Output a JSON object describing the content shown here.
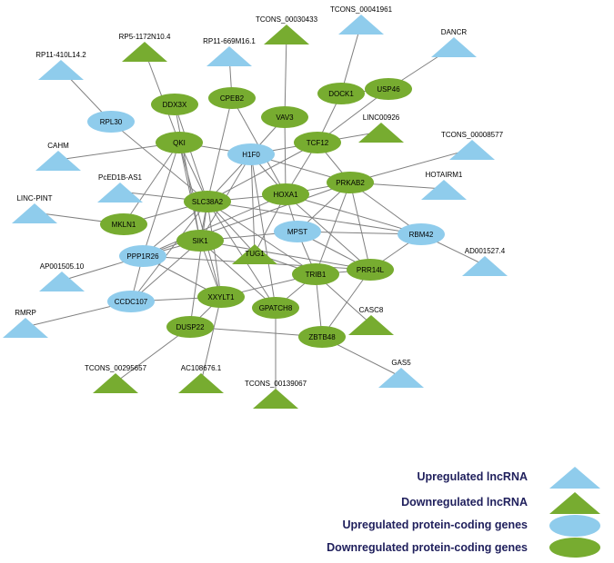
{
  "colors": {
    "upregulated": "#8FCCEC",
    "downregulated": "#77AC30",
    "edge": "#808080",
    "legend_text": "#1F1F5C"
  },
  "nodes": [
    {
      "id": "tcons41961",
      "label": "TCONS_00041961",
      "kind": "up-lnc"
    },
    {
      "id": "rp5",
      "label": "RP5-1172N10.4",
      "kind": "down-lnc"
    },
    {
      "id": "tcons30433",
      "label": "TCONS_00030433",
      "kind": "down-lnc"
    },
    {
      "id": "dancr",
      "label": "DANCR",
      "kind": "up-lnc"
    },
    {
      "id": "rp11_410",
      "label": "RP11-410L14.2",
      "kind": "up-lnc"
    },
    {
      "id": "rp11_669",
      "label": "RP11-669M16.1",
      "kind": "up-lnc"
    },
    {
      "id": "dock1",
      "label": "DOCK1",
      "kind": "down-pc"
    },
    {
      "id": "usp46",
      "label": "USP46",
      "kind": "down-pc"
    },
    {
      "id": "ddx3x",
      "label": "DDX3X",
      "kind": "down-pc"
    },
    {
      "id": "cpeb2",
      "label": "CPEB2",
      "kind": "down-pc"
    },
    {
      "id": "rpl30",
      "label": "RPL30",
      "kind": "up-pc"
    },
    {
      "id": "vav3",
      "label": "VAV3",
      "kind": "down-pc"
    },
    {
      "id": "linc00926",
      "label": "LINC00926",
      "kind": "down-lnc"
    },
    {
      "id": "qki",
      "label": "QKI",
      "kind": "down-pc"
    },
    {
      "id": "tcf12",
      "label": "TCF12",
      "kind": "down-pc"
    },
    {
      "id": "tcons08577",
      "label": "TCONS_00008577",
      "kind": "up-lnc"
    },
    {
      "id": "cahm",
      "label": "CAHM",
      "kind": "up-lnc"
    },
    {
      "id": "h1f0",
      "label": "H1F0",
      "kind": "up-pc"
    },
    {
      "id": "prkab2",
      "label": "PRKAB2",
      "kind": "down-pc"
    },
    {
      "id": "pced1b",
      "label": "PcED1B-AS1",
      "kind": "up-lnc"
    },
    {
      "id": "hotairm1",
      "label": "HOTAIRM1",
      "kind": "up-lnc"
    },
    {
      "id": "hoxa1",
      "label": "HOXA1",
      "kind": "down-pc"
    },
    {
      "id": "slc38a2",
      "label": "SLC38A2",
      "kind": "down-pc"
    },
    {
      "id": "lincpint",
      "label": "LINC-PINT",
      "kind": "up-lnc"
    },
    {
      "id": "mkln1",
      "label": "MKLN1",
      "kind": "down-pc"
    },
    {
      "id": "mpst",
      "label": "MPST",
      "kind": "up-pc"
    },
    {
      "id": "rbm42",
      "label": "RBM42",
      "kind": "up-pc"
    },
    {
      "id": "sik1",
      "label": "SIK1",
      "kind": "down-pc"
    },
    {
      "id": "tug1",
      "label": "TUG1",
      "kind": "down-lnc"
    },
    {
      "id": "ppp1r26",
      "label": "PPP1R26",
      "kind": "up-pc"
    },
    {
      "id": "ad001527",
      "label": "AD001527.4",
      "kind": "up-lnc"
    },
    {
      "id": "ap001505",
      "label": "AP001505.10",
      "kind": "up-lnc"
    },
    {
      "id": "prr14l",
      "label": "PRR14L",
      "kind": "down-pc"
    },
    {
      "id": "trib1",
      "label": "TRIB1",
      "kind": "down-pc"
    },
    {
      "id": "ccdc107",
      "label": "CCDC107",
      "kind": "up-pc"
    },
    {
      "id": "xxylt1",
      "label": "XXYLT1",
      "kind": "down-pc"
    },
    {
      "id": "gpatch8",
      "label": "GPATCH8",
      "kind": "down-pc"
    },
    {
      "id": "casc8",
      "label": "CASC8",
      "kind": "down-lnc"
    },
    {
      "id": "rmrp",
      "label": "RMRP",
      "kind": "up-lnc"
    },
    {
      "id": "dusp22",
      "label": "DUSP22",
      "kind": "down-pc"
    },
    {
      "id": "zbtb48",
      "label": "ZBTB48",
      "kind": "down-pc"
    },
    {
      "id": "gas5",
      "label": "GAS5",
      "kind": "up-lnc"
    },
    {
      "id": "tcons295657",
      "label": "TCONS_00295657",
      "kind": "down-lnc"
    },
    {
      "id": "ac108676",
      "label": "AC108676.1",
      "kind": "down-lnc"
    },
    {
      "id": "tcons139067",
      "label": "TCONS_00139067",
      "kind": "down-lnc"
    }
  ],
  "edges": [
    [
      "rp11_410",
      "rpl30"
    ],
    [
      "rp5",
      "qki"
    ],
    [
      "tcons30433",
      "vav3"
    ],
    [
      "tcons41961",
      "dock1"
    ],
    [
      "dancr",
      "usp46"
    ],
    [
      "rp11_669",
      "cpeb2"
    ],
    [
      "dock1",
      "usp46"
    ],
    [
      "dock1",
      "tcf12"
    ],
    [
      "usp46",
      "tcf12"
    ],
    [
      "linc00926",
      "tcf12"
    ],
    [
      "tcons08577",
      "prkab2"
    ],
    [
      "ddx3x",
      "slc38a2"
    ],
    [
      "ddx3x",
      "sik1"
    ],
    [
      "cpeb2",
      "slc38a2"
    ],
    [
      "cpeb2",
      "hoxa1"
    ],
    [
      "rpl30",
      "slc38a2"
    ],
    [
      "vav3",
      "hoxa1"
    ],
    [
      "vav3",
      "h1f0"
    ],
    [
      "cahm",
      "qki"
    ],
    [
      "qki",
      "h1f0"
    ],
    [
      "qki",
      "slc38a2"
    ],
    [
      "qki",
      "sik1"
    ],
    [
      "qki",
      "ppp1r26"
    ],
    [
      "qki",
      "mkln1"
    ],
    [
      "qki",
      "xxylt1"
    ],
    [
      "h1f0",
      "tcf12"
    ],
    [
      "h1f0",
      "slc38a2"
    ],
    [
      "h1f0",
      "hoxa1"
    ],
    [
      "h1f0",
      "prkab2"
    ],
    [
      "h1f0",
      "tug1"
    ],
    [
      "h1f0",
      "sik1"
    ],
    [
      "tcf12",
      "slc38a2"
    ],
    [
      "tcf12",
      "hoxa1"
    ],
    [
      "tcf12",
      "prkab2"
    ],
    [
      "prkab2",
      "hoxa1"
    ],
    [
      "prkab2",
      "hotairm1"
    ],
    [
      "prkab2",
      "rbm42"
    ],
    [
      "prkab2",
      "prr14l"
    ],
    [
      "prkab2",
      "mpst"
    ],
    [
      "prkab2",
      "trib1"
    ],
    [
      "prkab2",
      "ppp1r26"
    ],
    [
      "pced1b",
      "slc38a2"
    ],
    [
      "lincpint",
      "mkln1"
    ],
    [
      "slc38a2",
      "hoxa1"
    ],
    [
      "slc38a2",
      "mkln1"
    ],
    [
      "slc38a2",
      "sik1"
    ],
    [
      "slc38a2",
      "ppp1r26"
    ],
    [
      "slc38a2",
      "tug1"
    ],
    [
      "slc38a2",
      "gpatch8"
    ],
    [
      "slc38a2",
      "trib1"
    ],
    [
      "slc38a2",
      "xxylt1"
    ],
    [
      "slc38a2",
      "ccdc107"
    ],
    [
      "slc38a2",
      "rbm42"
    ],
    [
      "hoxa1",
      "tug1"
    ],
    [
      "hoxa1",
      "mpst"
    ],
    [
      "hoxa1",
      "prr14l"
    ],
    [
      "hoxa1",
      "ppp1r26"
    ],
    [
      "mpst",
      "rbm42"
    ],
    [
      "mpst",
      "sik1"
    ],
    [
      "mpst",
      "trib1"
    ],
    [
      "mpst",
      "prr14l"
    ],
    [
      "rbm42",
      "ad001527"
    ],
    [
      "rbm42",
      "prr14l"
    ],
    [
      "rbm42",
      "hoxa1"
    ],
    [
      "sik1",
      "ppp1r26"
    ],
    [
      "sik1",
      "xxylt1"
    ],
    [
      "sik1",
      "gpatch8"
    ],
    [
      "sik1",
      "ccdc107"
    ],
    [
      "sik1",
      "prr14l"
    ],
    [
      "tug1",
      "trib1"
    ],
    [
      "ppp1r26",
      "ap001505"
    ],
    [
      "ppp1r26",
      "ccdc107"
    ],
    [
      "ppp1r26",
      "xxylt1"
    ],
    [
      "ppp1r26",
      "prr14l"
    ],
    [
      "trib1",
      "prr14l"
    ],
    [
      "trib1",
      "casc8"
    ],
    [
      "trib1",
      "zbtb48"
    ],
    [
      "trib1",
      "xxylt1"
    ],
    [
      "trib1",
      "gpatch8"
    ],
    [
      "prr14l",
      "zbtb48"
    ],
    [
      "rmrp",
      "ccdc107"
    ],
    [
      "xxylt1",
      "dusp22"
    ],
    [
      "xxylt1",
      "ac108676"
    ],
    [
      "ccdc107",
      "xxylt1"
    ],
    [
      "dusp22",
      "tcons295657"
    ],
    [
      "dusp22",
      "zbtb48"
    ],
    [
      "dusp22",
      "slc38a2"
    ],
    [
      "gpatch8",
      "tcons139067"
    ],
    [
      "zbtb48",
      "gas5"
    ],
    [
      "h1f0",
      "gpatch8"
    ]
  ],
  "legend": [
    {
      "label": "Upregulated lncRNA",
      "shape": "triangle",
      "color": "#8FCCEC"
    },
    {
      "label": "Downregulated lncRNA",
      "shape": "triangle",
      "color": "#77AC30"
    },
    {
      "label": "Upregulated protein-coding genes",
      "shape": "ellipse",
      "color": "#8FCCEC"
    },
    {
      "label": "Downregulated protein-coding genes",
      "shape": "ellipse",
      "color": "#77AC30"
    }
  ]
}
